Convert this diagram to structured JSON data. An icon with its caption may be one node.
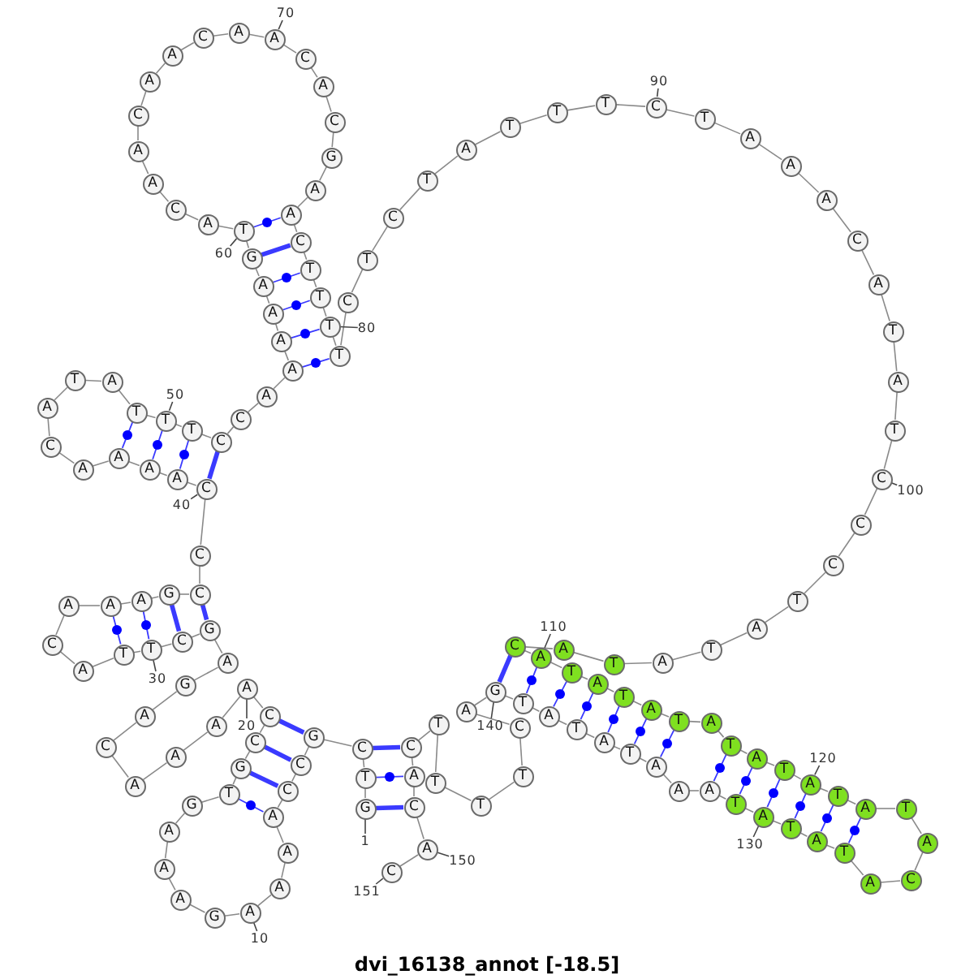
{
  "diagram": {
    "title": "dvi_16138_annot [-18.5]",
    "nodes": [
      {
        "text": [
          "G"
        ]
      },
      {
        "text": [
          "T"
        ]
      },
      {
        "text": [
          "C"
        ]
      },
      {
        "text": [
          "G"
        ]
      },
      {
        "text": [
          "C"
        ]
      },
      {
        "text": [
          "C"
        ]
      },
      {
        "text": [
          "A"
        ]
      },
      {
        "text": [
          "A"
        ]
      },
      {
        "text": [
          "A"
        ]
      },
      {
        "text": [
          "A"
        ]
      },
      {
        "text": [
          "G"
        ]
      },
      {
        "text": [
          "A"
        ]
      },
      {
        "text": [
          "A"
        ]
      },
      {
        "text": [
          "A"
        ]
      },
      {
        "text": [
          "G"
        ]
      },
      {
        "text": [
          "T"
        ]
      },
      {
        "text": [
          "G"
        ]
      },
      {
        "text": [
          "C"
        ]
      },
      {
        "text": [
          "C"
        ]
      },
      {
        "text": [
          "A"
        ]
      },
      {
        "text": [
          "A"
        ]
      },
      {
        "text": [
          "A"
        ]
      },
      {
        "text": [
          "A"
        ]
      },
      {
        "text": [
          "C"
        ]
      },
      {
        "text": [
          "A"
        ]
      },
      {
        "text": [
          "G"
        ]
      },
      {
        "text": [
          "A"
        ]
      },
      {
        "text": [
          "G"
        ]
      },
      {
        "text": [
          "C"
        ]
      },
      {
        "text": [
          "T"
        ]
      },
      {
        "text": [
          "T"
        ]
      },
      {
        "text": [
          "A"
        ]
      },
      {
        "text": [
          "C"
        ]
      },
      {
        "text": [
          "A"
        ]
      },
      {
        "text": [
          "A"
        ]
      },
      {
        "text": [
          "A"
        ]
      },
      {
        "text": [
          "G"
        ]
      },
      {
        "text": [
          "C"
        ]
      },
      {
        "text": [
          "C"
        ]
      },
      {
        "text": [
          "C"
        ]
      },
      {
        "text": [
          "A"
        ]
      },
      {
        "text": [
          "A"
        ]
      },
      {
        "text": [
          "A"
        ]
      },
      {
        "text": [
          "A"
        ]
      },
      {
        "text": [
          "C"
        ]
      },
      {
        "text": [
          "A"
        ]
      },
      {
        "text": [
          "T"
        ]
      },
      {
        "text": [
          "A"
        ]
      },
      {
        "text": [
          "T"
        ]
      },
      {
        "text": [
          "T"
        ]
      },
      {
        "text": [
          "T"
        ]
      },
      {
        "text": [
          "C"
        ]
      },
      {
        "text": [
          "C"
        ]
      },
      {
        "text": [
          "A"
        ]
      },
      {
        "text": [
          "A"
        ]
      },
      {
        "text": [
          "A"
        ]
      },
      {
        "text": [
          "A"
        ]
      },
      {
        "text": [
          "A"
        ]
      },
      {
        "text": [
          "G"
        ]
      },
      {
        "text": [
          "T"
        ]
      },
      {
        "text": [
          "A"
        ]
      },
      {
        "text": [
          "C"
        ]
      },
      {
        "text": [
          "A"
        ]
      },
      {
        "text": [
          "A"
        ]
      },
      {
        "text": [
          "C"
        ]
      },
      {
        "text": [
          "A"
        ]
      },
      {
        "text": [
          "A"
        ]
      },
      {
        "text": [
          "C"
        ]
      },
      {
        "text": [
          "A"
        ]
      },
      {
        "text": [
          "A"
        ]
      },
      {
        "text": [
          "C"
        ]
      },
      {
        "text": [
          "A"
        ]
      },
      {
        "text": [
          "C"
        ]
      },
      {
        "text": [
          "G"
        ]
      },
      {
        "text": [
          "A"
        ]
      },
      {
        "text": [
          "A"
        ]
      },
      {
        "text": [
          "C"
        ]
      },
      {
        "text": [
          "T"
        ]
      },
      {
        "text": [
          "T"
        ]
      },
      {
        "text": [
          "T"
        ]
      },
      {
        "text": [
          "T"
        ]
      },
      {
        "text": [
          "C"
        ]
      },
      {
        "text": [
          "T"
        ]
      },
      {
        "text": [
          "C"
        ]
      },
      {
        "text": [
          "T"
        ]
      },
      {
        "text": [
          "A"
        ]
      },
      {
        "text": [
          "T"
        ]
      },
      {
        "text": [
          "T"
        ]
      },
      {
        "text": [
          "T"
        ]
      },
      {
        "text": [
          "C"
        ]
      },
      {
        "text": [
          "T"
        ]
      },
      {
        "text": [
          "A"
        ]
      },
      {
        "text": [
          "A"
        ]
      },
      {
        "text": [
          "A"
        ]
      },
      {
        "text": [
          "C"
        ]
      },
      {
        "text": [
          "A"
        ]
      },
      {
        "text": [
          "T"
        ]
      },
      {
        "text": [
          "A"
        ]
      },
      {
        "text": [
          "T"
        ]
      },
      {
        "text": [
          "C"
        ]
      },
      {
        "text": [
          "C"
        ]
      },
      {
        "text": [
          "C"
        ]
      },
      {
        "text": [
          "T"
        ]
      },
      {
        "text": [
          "A"
        ]
      },
      {
        "text": [
          "T"
        ]
      },
      {
        "text": [
          "A"
        ]
      },
      {
        "text": [
          "T"
        ]
      },
      {
        "text": [
          "A"
        ]
      },
      {
        "text": [
          "C"
        ]
      },
      {
        "text": [
          "A"
        ]
      },
      {
        "text": [
          "T"
        ]
      },
      {
        "text": [
          "A"
        ]
      },
      {
        "text": [
          "T"
        ]
      },
      {
        "text": [
          "A"
        ]
      },
      {
        "text": [
          "T"
        ]
      },
      {
        "text": [
          "A"
        ]
      },
      {
        "text": [
          "T"
        ]
      },
      {
        "text": [
          "A"
        ]
      },
      {
        "text": [
          "T"
        ]
      },
      {
        "text": [
          "A"
        ]
      },
      {
        "text": [
          "T"
        ]
      },
      {
        "text": [
          "A"
        ]
      },
      {
        "text": [
          "T"
        ]
      },
      {
        "text": [
          "A"
        ]
      },
      {
        "text": [
          "C"
        ]
      },
      {
        "text": [
          "A"
        ]
      },
      {
        "text": [
          "T"
        ]
      },
      {
        "text": [
          "A"
        ]
      },
      {
        "text": [
          "T"
        ]
      },
      {
        "text": [
          "A"
        ]
      },
      {
        "text": [
          "T"
        ]
      },
      {
        "text": [
          "A"
        ]
      },
      {
        "text": [
          "A"
        ]
      },
      {
        "text": [
          "A"
        ]
      },
      {
        "text": [
          "T"
        ]
      },
      {
        "text": [
          "A"
        ]
      },
      {
        "text": [
          "T"
        ]
      },
      {
        "text": [
          "A"
        ]
      },
      {
        "text": [
          "T"
        ]
      },
      {
        "text": [
          "G"
        ]
      },
      {
        "text": [
          "A"
        ]
      },
      {
        "text": [
          "C"
        ]
      },
      {
        "text": [
          "T"
        ]
      },
      {
        "text": [
          "T"
        ]
      },
      {
        "text": [
          "T"
        ]
      },
      {
        "text": [
          "T"
        ]
      },
      {
        "text": [
          "C"
        ]
      },
      {
        "text": [
          "A"
        ]
      },
      {
        "text": [
          "C"
        ]
      },
      {
        "text": [
          "A"
        ]
      },
      {
        "text": [
          "C"
        ]
      },
      {
        "text": [
          "70"
        ]
      },
      {
        "text": [
          "90"
        ]
      },
      {
        "text": [
          "60"
        ]
      },
      {
        "text": [
          "80"
        ]
      },
      {
        "text": [
          "50"
        ]
      },
      {
        "text": [
          "100"
        ]
      },
      {
        "text": [
          "40"
        ]
      },
      {
        "text": [
          "110"
        ]
      },
      {
        "text": [
          "30"
        ]
      },
      {
        "text": [
          "140"
        ]
      },
      {
        "text": [
          "120"
        ]
      },
      {
        "text": [
          "20"
        ]
      },
      {
        "text": [
          "1"
        ]
      },
      {
        "text": [
          "150"
        ]
      },
      {
        "text": [
          "130"
        ]
      },
      {
        "text": [
          "151"
        ]
      },
      {
        "text": [
          "10"
        ]
      }
    ],
    "edges": [
      {
        "from": 0,
        "to": 1,
        "arrow": "none"
      },
      {
        "from": 1,
        "to": 2,
        "arrow": "none"
      },
      {
        "from": 2,
        "to": 3,
        "arrow": "none"
      },
      {
        "from": 3,
        "to": 4,
        "arrow": "none"
      },
      {
        "from": 4,
        "to": 5,
        "arrow": "none"
      },
      {
        "from": 5,
        "to": 6,
        "arrow": "none"
      },
      {
        "from": 6,
        "to": 7,
        "arrow": "none"
      },
      {
        "from": 7,
        "to": 8,
        "arrow": "none"
      },
      {
        "from": 8,
        "to": 9,
        "arrow": "none"
      },
      {
        "from": 9,
        "to": 10,
        "arrow": "none"
      },
      {
        "from": 10,
        "to": 11,
        "arrow": "none"
      },
      {
        "from": 11,
        "to": 12,
        "arrow": "none"
      },
      {
        "from": 12,
        "to": 13,
        "arrow": "none"
      },
      {
        "from": 13,
        "to": 14,
        "arrow": "none"
      },
      {
        "from": 14,
        "to": 15,
        "arrow": "none"
      },
      {
        "from": 15,
        "to": 16,
        "arrow": "none"
      },
      {
        "from": 16,
        "to": 17,
        "arrow": "none"
      },
      {
        "from": 17,
        "to": 18,
        "arrow": "none"
      },
      {
        "from": 18,
        "to": 19,
        "arrow": "none"
      },
      {
        "from": 19,
        "to": 20,
        "arrow": "none"
      },
      {
        "from": 20,
        "to": 21,
        "arrow": "none"
      },
      {
        "from": 21,
        "to": 22,
        "arrow": "none"
      },
      {
        "from": 22,
        "to": 23,
        "arrow": "none"
      },
      {
        "from": 23,
        "to": 24,
        "arrow": "none"
      },
      {
        "from": 24,
        "to": 25,
        "arrow": "none"
      },
      {
        "from": 25,
        "to": 26,
        "arrow": "none"
      },
      {
        "from": 26,
        "to": 27,
        "arrow": "none"
      },
      {
        "from": 27,
        "to": 28,
        "arrow": "none"
      },
      {
        "from": 28,
        "to": 29,
        "arrow": "none"
      },
      {
        "from": 29,
        "to": 30,
        "arrow": "none"
      },
      {
        "from": 30,
        "to": 31,
        "arrow": "none"
      },
      {
        "from": 31,
        "to": 32,
        "arrow": "none"
      },
      {
        "from": 32,
        "to": 33,
        "arrow": "none"
      },
      {
        "from": 33,
        "to": 34,
        "arrow": "none"
      },
      {
        "from": 34,
        "to": 35,
        "arrow": "none"
      },
      {
        "from": 35,
        "to": 36,
        "arrow": "none"
      },
      {
        "from": 36,
        "to": 37,
        "arrow": "none"
      },
      {
        "from": 37,
        "to": 38,
        "arrow": "none"
      },
      {
        "from": 38,
        "to": 39,
        "arrow": "none"
      },
      {
        "from": 39,
        "to": 40,
        "arrow": "none"
      },
      {
        "from": 40,
        "to": 41,
        "arrow": "none"
      },
      {
        "from": 41,
        "to": 42,
        "arrow": "none"
      },
      {
        "from": 42,
        "to": 43,
        "arrow": "none"
      },
      {
        "from": 43,
        "to": 44,
        "arrow": "none"
      },
      {
        "from": 44,
        "to": 45,
        "arrow": "none"
      },
      {
        "from": 45,
        "to": 46,
        "arrow": "none"
      },
      {
        "from": 46,
        "to": 47,
        "arrow": "none"
      },
      {
        "from": 47,
        "to": 48,
        "arrow": "none"
      },
      {
        "from": 48,
        "to": 49,
        "arrow": "none"
      },
      {
        "from": 49,
        "to": 50,
        "arrow": "none"
      },
      {
        "from": 50,
        "to": 51,
        "arrow": "none"
      },
      {
        "from": 51,
        "to": 52,
        "arrow": "none"
      },
      {
        "from": 52,
        "to": 53,
        "arrow": "none"
      },
      {
        "from": 53,
        "to": 54,
        "arrow": "none"
      },
      {
        "from": 54,
        "to": 55,
        "arrow": "none"
      },
      {
        "from": 55,
        "to": 56,
        "arrow": "none"
      },
      {
        "from": 56,
        "to": 57,
        "arrow": "none"
      },
      {
        "from": 57,
        "to": 58,
        "arrow": "none"
      },
      {
        "from": 58,
        "to": 59,
        "arrow": "none"
      },
      {
        "from": 59,
        "to": 60,
        "arrow": "none"
      },
      {
        "from": 60,
        "to": 61,
        "arrow": "none"
      },
      {
        "from": 61,
        "to": 62,
        "arrow": "none"
      },
      {
        "from": 62,
        "to": 63,
        "arrow": "none"
      },
      {
        "from": 63,
        "to": 64,
        "arrow": "none"
      },
      {
        "from": 64,
        "to": 65,
        "arrow": "none"
      },
      {
        "from": 65,
        "to": 66,
        "arrow": "none"
      },
      {
        "from": 66,
        "to": 67,
        "arrow": "none"
      },
      {
        "from": 67,
        "to": 68,
        "arrow": "none"
      },
      {
        "from": 68,
        "to": 69,
        "arrow": "none"
      },
      {
        "from": 69,
        "to": 70,
        "arrow": "none"
      },
      {
        "from": 70,
        "to": 71,
        "arrow": "none"
      },
      {
        "from": 71,
        "to": 72,
        "arrow": "none"
      },
      {
        "from": 72,
        "to": 73,
        "arrow": "none"
      },
      {
        "from": 73,
        "to": 74,
        "arrow": "none"
      },
      {
        "from": 74,
        "to": 75,
        "arrow": "none"
      },
      {
        "from": 75,
        "to": 76,
        "arrow": "none"
      },
      {
        "from": 76,
        "to": 77,
        "arrow": "none"
      },
      {
        "from": 77,
        "to": 78,
        "arrow": "none"
      },
      {
        "from": 78,
        "to": 79,
        "arrow": "none"
      },
      {
        "from": 79,
        "to": 80,
        "arrow": "none"
      },
      {
        "from": 80,
        "to": 81,
        "arrow": "none"
      },
      {
        "from": 81,
        "to": 82,
        "arrow": "none"
      },
      {
        "from": 82,
        "to": 83,
        "arrow": "none"
      },
      {
        "from": 83,
        "to": 84,
        "arrow": "none"
      },
      {
        "from": 84,
        "to": 85,
        "arrow": "none"
      },
      {
        "from": 85,
        "to": 86,
        "arrow": "none"
      },
      {
        "from": 86,
        "to": 87,
        "arrow": "none"
      },
      {
        "from": 87,
        "to": 88,
        "arrow": "none"
      },
      {
        "from": 88,
        "to": 89,
        "arrow": "none"
      },
      {
        "from": 89,
        "to": 90,
        "arrow": "none"
      },
      {
        "from": 90,
        "to": 91,
        "arrow": "none"
      },
      {
        "from": 91,
        "to": 92,
        "arrow": "none"
      },
      {
        "from": 92,
        "to": 93,
        "arrow": "none"
      },
      {
        "from": 93,
        "to": 94,
        "arrow": "none"
      },
      {
        "from": 94,
        "to": 95,
        "arrow": "none"
      },
      {
        "from": 95,
        "to": 96,
        "arrow": "none"
      },
      {
        "from": 96,
        "to": 97,
        "arrow": "none"
      },
      {
        "from": 97,
        "to": 98,
        "arrow": "none"
      },
      {
        "from": 98,
        "to": 99,
        "arrow": "none"
      },
      {
        "from": 99,
        "to": 100,
        "arrow": "none"
      },
      {
        "from": 100,
        "to": 101,
        "arrow": "none"
      },
      {
        "from": 101,
        "to": 102,
        "arrow": "none"
      },
      {
        "from": 102,
        "to": 103,
        "arrow": "none"
      },
      {
        "from": 103,
        "to": 104,
        "arrow": "none"
      },
      {
        "from": 104,
        "to": 105,
        "arrow": "none"
      },
      {
        "from": 105,
        "to": 106,
        "arrow": "none"
      },
      {
        "from": 106,
        "to": 107,
        "arrow": "none"
      },
      {
        "from": 107,
        "to": 108,
        "arrow": "none"
      },
      {
        "from": 108,
        "to": 109,
        "arrow": "none"
      },
      {
        "from": 109,
        "to": 110,
        "arrow": "none"
      },
      {
        "from": 110,
        "to": 111,
        "arrow": "none"
      },
      {
        "from": 111,
        "to": 112,
        "arrow": "none"
      },
      {
        "from": 112,
        "to": 113,
        "arrow": "none"
      },
      {
        "from": 113,
        "to": 114,
        "arrow": "none"
      },
      {
        "from": 114,
        "to": 115,
        "arrow": "none"
      },
      {
        "from": 115,
        "to": 116,
        "arrow": "none"
      },
      {
        "from": 116,
        "to": 117,
        "arrow": "none"
      },
      {
        "from": 117,
        "to": 118,
        "arrow": "none"
      },
      {
        "from": 118,
        "to": 119,
        "arrow": "none"
      },
      {
        "from": 119,
        "to": 120,
        "arrow": "none"
      },
      {
        "from": 120,
        "to": 121,
        "arrow": "none"
      },
      {
        "from": 121,
        "to": 122,
        "arrow": "none"
      },
      {
        "from": 122,
        "to": 123,
        "arrow": "none"
      },
      {
        "from": 123,
        "to": 124,
        "arrow": "none"
      },
      {
        "from": 124,
        "to": 125,
        "arrow": "none"
      },
      {
        "from": 125,
        "to": 126,
        "arrow": "none"
      },
      {
        "from": 126,
        "to": 127,
        "arrow": "none"
      },
      {
        "from": 127,
        "to": 128,
        "arrow": "none"
      },
      {
        "from": 128,
        "to": 129,
        "arrow": "none"
      },
      {
        "from": 129,
        "to": 130,
        "arrow": "none"
      },
      {
        "from": 130,
        "to": 131,
        "arrow": "none"
      },
      {
        "from": 131,
        "to": 132,
        "arrow": "none"
      },
      {
        "from": 132,
        "to": 133,
        "arrow": "none"
      },
      {
        "from": 133,
        "to": 134,
        "arrow": "none"
      },
      {
        "from": 134,
        "to": 135,
        "arrow": "none"
      },
      {
        "from": 135,
        "to": 136,
        "arrow": "none"
      },
      {
        "from": 136,
        "to": 137,
        "arrow": "none"
      },
      {
        "from": 137,
        "to": 138,
        "arrow": "none"
      },
      {
        "from": 138,
        "to": 139,
        "arrow": "none"
      },
      {
        "from": 139,
        "to": 140,
        "arrow": "none"
      },
      {
        "from": 140,
        "to": 141,
        "arrow": "none"
      },
      {
        "from": 141,
        "to": 142,
        "arrow": "none"
      },
      {
        "from": 142,
        "to": 143,
        "arrow": "none"
      },
      {
        "from": 143,
        "to": 144,
        "arrow": "none"
      },
      {
        "from": 144,
        "to": 145,
        "arrow": "none"
      },
      {
        "from": 145,
        "to": 146,
        "arrow": "none"
      },
      {
        "from": 146,
        "to": 147,
        "arrow": "none"
      },
      {
        "from": 147,
        "to": 148,
        "arrow": "none"
      },
      {
        "from": 148,
        "to": 149,
        "arrow": "none"
      },
      {
        "from": 149,
        "to": 150,
        "arrow": "none"
      },
      {
        "from": 0,
        "to": 148,
        "arrow": "none",
        "style": "thick",
        "color": "#3a3aff"
      },
      {
        "from": 1,
        "to": 147,
        "arrow": "none",
        "color": "#3a3aff"
      },
      {
        "from": 2,
        "to": 146,
        "arrow": "none",
        "style": "thick",
        "color": "#3a3aff"
      },
      {
        "from": 3,
        "to": 18,
        "arrow": "none",
        "style": "thick",
        "color": "#3a3aff"
      },
      {
        "from": 4,
        "to": 17,
        "arrow": "none",
        "style": "thick",
        "color": "#3a3aff"
      },
      {
        "from": 5,
        "to": 16,
        "arrow": "none",
        "style": "thick",
        "color": "#3a3aff"
      },
      {
        "from": 6,
        "to": 15,
        "arrow": "none",
        "color": "#3a3aff"
      },
      {
        "from": 27,
        "to": 37,
        "arrow": "none",
        "style": "thick",
        "color": "#3a3aff"
      },
      {
        "from": 28,
        "to": 36,
        "arrow": "none",
        "style": "thick",
        "color": "#3a3aff"
      },
      {
        "from": 29,
        "to": 35,
        "arrow": "none",
        "color": "#3a3aff"
      },
      {
        "from": 30,
        "to": 34,
        "arrow": "none",
        "color": "#3a3aff"
      },
      {
        "from": 39,
        "to": 51,
        "arrow": "none",
        "style": "thick",
        "color": "#3a3aff"
      },
      {
        "from": 40,
        "to": 50,
        "arrow": "none",
        "color": "#3a3aff"
      },
      {
        "from": 41,
        "to": 49,
        "arrow": "none",
        "color": "#3a3aff"
      },
      {
        "from": 42,
        "to": 48,
        "arrow": "none",
        "color": "#3a3aff"
      },
      {
        "from": 54,
        "to": 80,
        "arrow": "none",
        "color": "#3a3aff"
      },
      {
        "from": 55,
        "to": 79,
        "arrow": "none",
        "color": "#3a3aff"
      },
      {
        "from": 56,
        "to": 78,
        "arrow": "none",
        "color": "#3a3aff"
      },
      {
        "from": 57,
        "to": 77,
        "arrow": "none",
        "color": "#3a3aff"
      },
      {
        "from": 58,
        "to": 76,
        "arrow": "none",
        "style": "thick",
        "color": "#3a3aff"
      },
      {
        "from": 59,
        "to": 75,
        "arrow": "none",
        "color": "#3a3aff"
      },
      {
        "from": 108,
        "to": 139,
        "arrow": "none",
        "style": "thick",
        "color": "#3a3aff"
      },
      {
        "from": 109,
        "to": 138,
        "arrow": "none",
        "color": "#3a3aff"
      },
      {
        "from": 110,
        "to": 137,
        "arrow": "none",
        "color": "#3a3aff"
      },
      {
        "from": 111,
        "to": 136,
        "arrow": "none",
        "color": "#3a3aff"
      },
      {
        "from": 112,
        "to": 135,
        "arrow": "none",
        "color": "#3a3aff"
      },
      {
        "from": 113,
        "to": 134,
        "arrow": "none",
        "color": "#3a3aff"
      },
      {
        "from": 114,
        "to": 133,
        "arrow": "none",
        "color": "#3a3aff"
      },
      {
        "from": 116,
        "to": 131,
        "arrow": "none",
        "color": "#3a3aff"
      },
      {
        "from": 117,
        "to": 130,
        "arrow": "none",
        "color": "#3a3aff"
      },
      {
        "from": 118,
        "to": 129,
        "arrow": "none",
        "color": "#3a3aff"
      },
      {
        "from": 119,
        "to": 128,
        "arrow": "none",
        "color": "#3a3aff"
      },
      {
        "from": 120,
        "to": 127,
        "arrow": "none",
        "color": "#3a3aff"
      },
      {
        "from": 121,
        "to": 126,
        "arrow": "none",
        "color": "#3a3aff"
      },
      {
        "from": 151,
        "to": 69,
        "arrow": "none"
      },
      {
        "from": 152,
        "to": 89,
        "arrow": "none"
      },
      {
        "from": 153,
        "to": 59,
        "arrow": "none"
      },
      {
        "from": 154,
        "to": 79,
        "arrow": "none"
      },
      {
        "from": 155,
        "to": 49,
        "arrow": "none"
      },
      {
        "from": 156,
        "to": 99,
        "arrow": "none"
      },
      {
        "from": 157,
        "to": 39,
        "arrow": "none"
      },
      {
        "from": 158,
        "to": 109,
        "arrow": "none"
      },
      {
        "from": 159,
        "to": 29,
        "arrow": "none"
      },
      {
        "from": 160,
        "to": 139,
        "arrow": "none"
      },
      {
        "from": 161,
        "to": 119,
        "arrow": "none"
      },
      {
        "from": 162,
        "to": 19,
        "arrow": "none"
      },
      {
        "from": 163,
        "to": 0,
        "arrow": "none"
      },
      {
        "from": 164,
        "to": 149,
        "arrow": "none"
      },
      {
        "from": 165,
        "to": 129,
        "arrow": "none"
      },
      {
        "from": 166,
        "to": 150,
        "arrow": "none"
      },
      {
        "from": 167,
        "to": 9,
        "arrow": "none"
      }
    ]
  }
}
